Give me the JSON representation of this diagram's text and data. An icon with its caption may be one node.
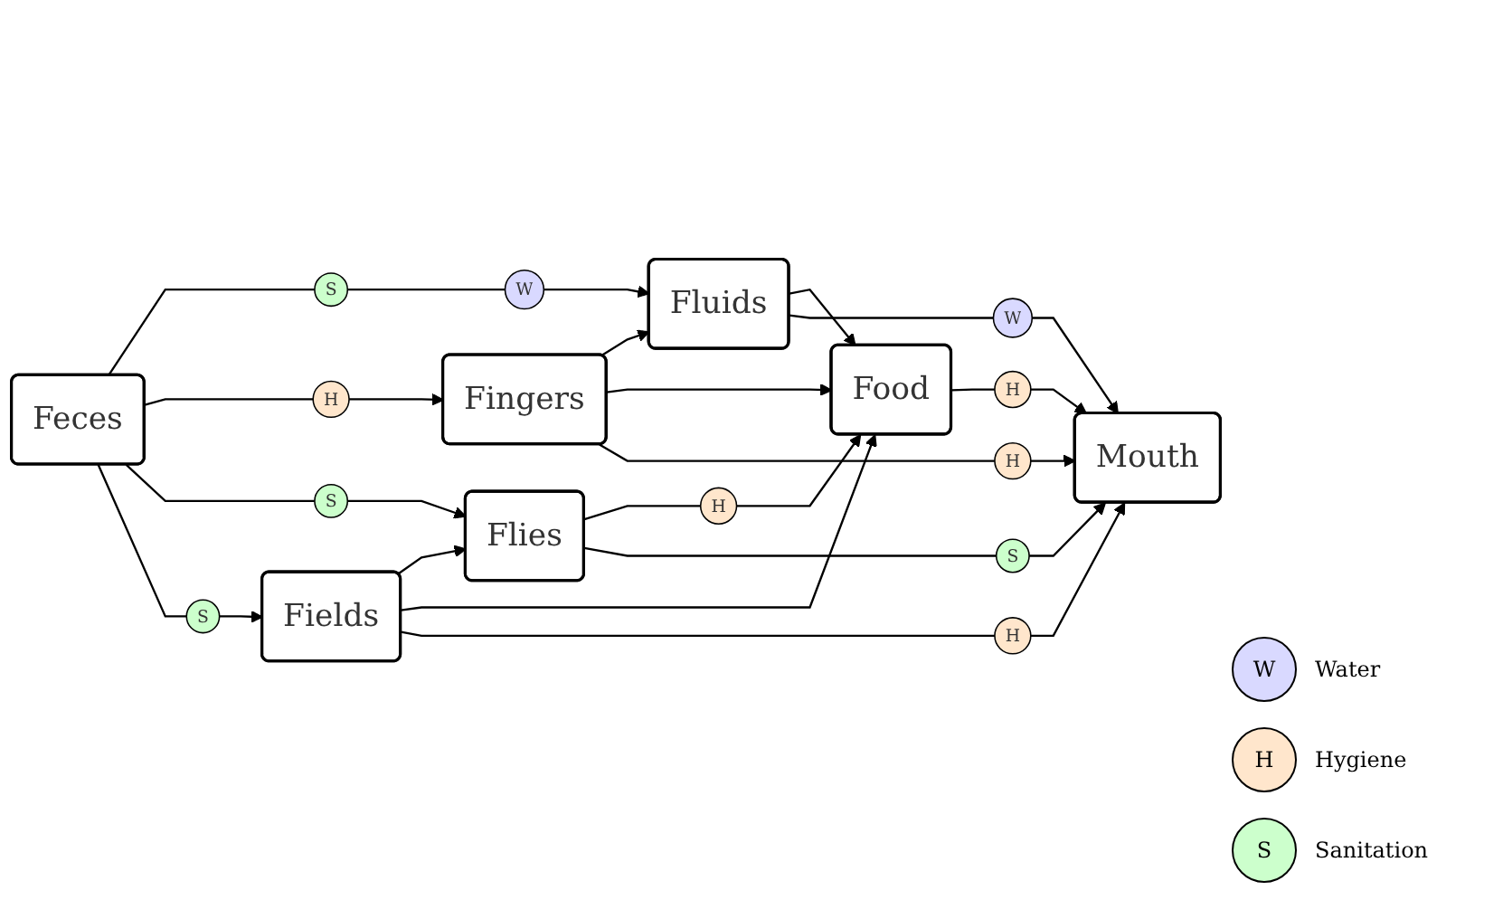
{
  "diagram": {
    "nodes": [
      {
        "text": [
          "Fluids"
        ]
      },
      {
        "text": [
          "W"
        ]
      },
      {
        "text": [
          "W"
        ]
      },
      {
        "text": [
          "S"
        ]
      },
      {
        "text": [
          "Fingers"
        ]
      },
      {
        "text": [
          "H"
        ]
      },
      {
        "text": [
          "H"
        ]
      },
      {
        "text": [
          "Feces"
        ]
      },
      {
        "text": [
          "Food"
        ]
      },
      {
        "text": [
          "H"
        ]
      },
      {
        "text": [
          "Mouth"
        ]
      },
      {
        "text": [
          "S"
        ]
      },
      {
        "text": [
          "H"
        ]
      },
      {
        "text": [
          "Flies"
        ]
      },
      {
        "text": [
          "S"
        ]
      },
      {
        "text": [
          "S"
        ]
      },
      {
        "text": [
          "Fields"
        ]
      },
      {
        "text": [
          "H"
        ]
      }
    ],
    "edges": [
      {
        "from": 7,
        "to": 3,
        "arrow": "none"
      },
      {
        "from": 3,
        "to": 2,
        "arrow": "none"
      },
      {
        "from": 2,
        "to": 0,
        "arrow": "to"
      },
      {
        "from": 7,
        "to": 6,
        "arrow": "none"
      },
      {
        "from": 6,
        "to": 4,
        "arrow": "to"
      },
      {
        "from": 7,
        "to": 11,
        "arrow": "none"
      },
      {
        "from": 11,
        "to": 13,
        "arrow": "to"
      },
      {
        "from": 7,
        "to": 15,
        "arrow": "none"
      },
      {
        "from": 15,
        "to": 16,
        "arrow": "to"
      },
      {
        "from": 4,
        "to": 0,
        "arrow": "to"
      },
      {
        "from": 4,
        "to": 8,
        "arrow": "to"
      },
      {
        "from": 4,
        "to": 5,
        "arrow": "none"
      },
      {
        "from": 5,
        "to": 10,
        "arrow": "to"
      },
      {
        "from": 0,
        "to": 8,
        "arrow": "to"
      },
      {
        "from": 0,
        "to": 1,
        "arrow": "none"
      },
      {
        "from": 1,
        "to": 10,
        "arrow": "to"
      },
      {
        "from": 13,
        "to": 12,
        "arrow": "none"
      },
      {
        "from": 12,
        "to": 8,
        "arrow": "to"
      },
      {
        "from": 13,
        "to": 14,
        "arrow": "none"
      },
      {
        "from": 14,
        "to": 10,
        "arrow": "to"
      },
      {
        "from": 16,
        "to": 13,
        "arrow": "to"
      },
      {
        "from": 16,
        "to": 8,
        "arrow": "to"
      },
      {
        "from": 16,
        "to": 17,
        "arrow": "none"
      },
      {
        "from": 17,
        "to": 10,
        "arrow": "to"
      },
      {
        "from": 8,
        "to": 9,
        "arrow": "none"
      },
      {
        "from": 9,
        "to": 10,
        "arrow": "to"
      }
    ],
    "labels": [
      "W",
      "H",
      "S"
    ],
    "legend": [
      {
        "text": "Water",
        "color": "#d9d9ff"
      },
      {
        "text": "Hygiene",
        "color": "#ffe6cc"
      },
      {
        "text": "Sanitation",
        "color": "#ccffcc"
      }
    ]
  }
}
